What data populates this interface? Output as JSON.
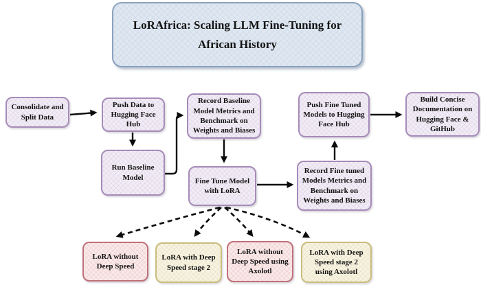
{
  "title": {
    "label": "LoRAfrica: Scaling LLM Fine-Tuning for\nAfrican History"
  },
  "nodes": {
    "consolidate_split_data": {
      "label": "Consolidate and\nSplit Data",
      "style": "purple"
    },
    "push_data_hub": {
      "label": "Push Data to\nHugging Face\nHub",
      "style": "purple"
    },
    "record_baseline_metrics": {
      "label": "Record Baseline\nModel Metrics and\nBenchmark on\nWeights and Biases",
      "style": "purple"
    },
    "push_finetuned_models": {
      "label": "Push Fine Tuned\nModels to Hugging\nFace Hub",
      "style": "purple"
    },
    "build_documentation": {
      "label": "Build Concise\nDocumentation on\nHugging Face &\nGitHub",
      "style": "purple"
    },
    "run_baseline_model": {
      "label": "Run Baseline\nModel",
      "style": "purple"
    },
    "fine_tune_lora": {
      "label": "Fine Tune Model\nwith LoRA",
      "style": "purple"
    },
    "record_finetuned_metrics": {
      "label": "Record Fine tuned\nModels Metrics and\nBenchmark on\nWeights and Biases",
      "style": "purple"
    },
    "lora_without_deepspeed": {
      "label": "LoRA without\nDeep Speed",
      "style": "pink"
    },
    "lora_deepspeed_stage2": {
      "label": "LoRA with Deep\nSpeed stage 2",
      "style": "cream"
    },
    "lora_without_deepspeed_axolotl": {
      "label": "LoRA without\nDeep Speed using\nAxolotl",
      "style": "pink"
    },
    "lora_deepspeed_stage2_axolotl": {
      "label": "LoRA with Deep\nSpeed stage 2\nusing Axolotl",
      "style": "cream"
    }
  },
  "edges": [
    {
      "from": "consolidate_split_data",
      "to": "push_data_hub",
      "style": "solid"
    },
    {
      "from": "push_data_hub",
      "to": "run_baseline_model",
      "style": "solid"
    },
    {
      "from": "run_baseline_model",
      "to": "record_baseline_metrics",
      "style": "solid"
    },
    {
      "from": "record_baseline_metrics",
      "to": "fine_tune_lora",
      "style": "solid"
    },
    {
      "from": "fine_tune_lora",
      "to": "record_finetuned_metrics",
      "style": "solid"
    },
    {
      "from": "record_finetuned_metrics",
      "to": "push_finetuned_models",
      "style": "solid"
    },
    {
      "from": "push_finetuned_models",
      "to": "build_documentation",
      "style": "solid"
    },
    {
      "from": "fine_tune_lora",
      "to": "lora_without_deepspeed",
      "style": "dashed"
    },
    {
      "from": "fine_tune_lora",
      "to": "lora_deepspeed_stage2",
      "style": "dashed"
    },
    {
      "from": "fine_tune_lora",
      "to": "lora_without_deepspeed_axolotl",
      "style": "dashed"
    },
    {
      "from": "fine_tune_lora",
      "to": "lora_deepspeed_stage2_axolotl",
      "style": "dashed"
    }
  ],
  "colors": {
    "purple_fill": "#f1ecf5",
    "purple_border": "#a68bb8",
    "pink_fill": "#f9e9e8",
    "pink_border": "#c0707a",
    "cream_fill": "#f7f3e2",
    "cream_border": "#cabd7c",
    "title_fill": "#dfe7f1",
    "title_border": "#8ba2bd",
    "arrow": "#0b0b0b"
  }
}
